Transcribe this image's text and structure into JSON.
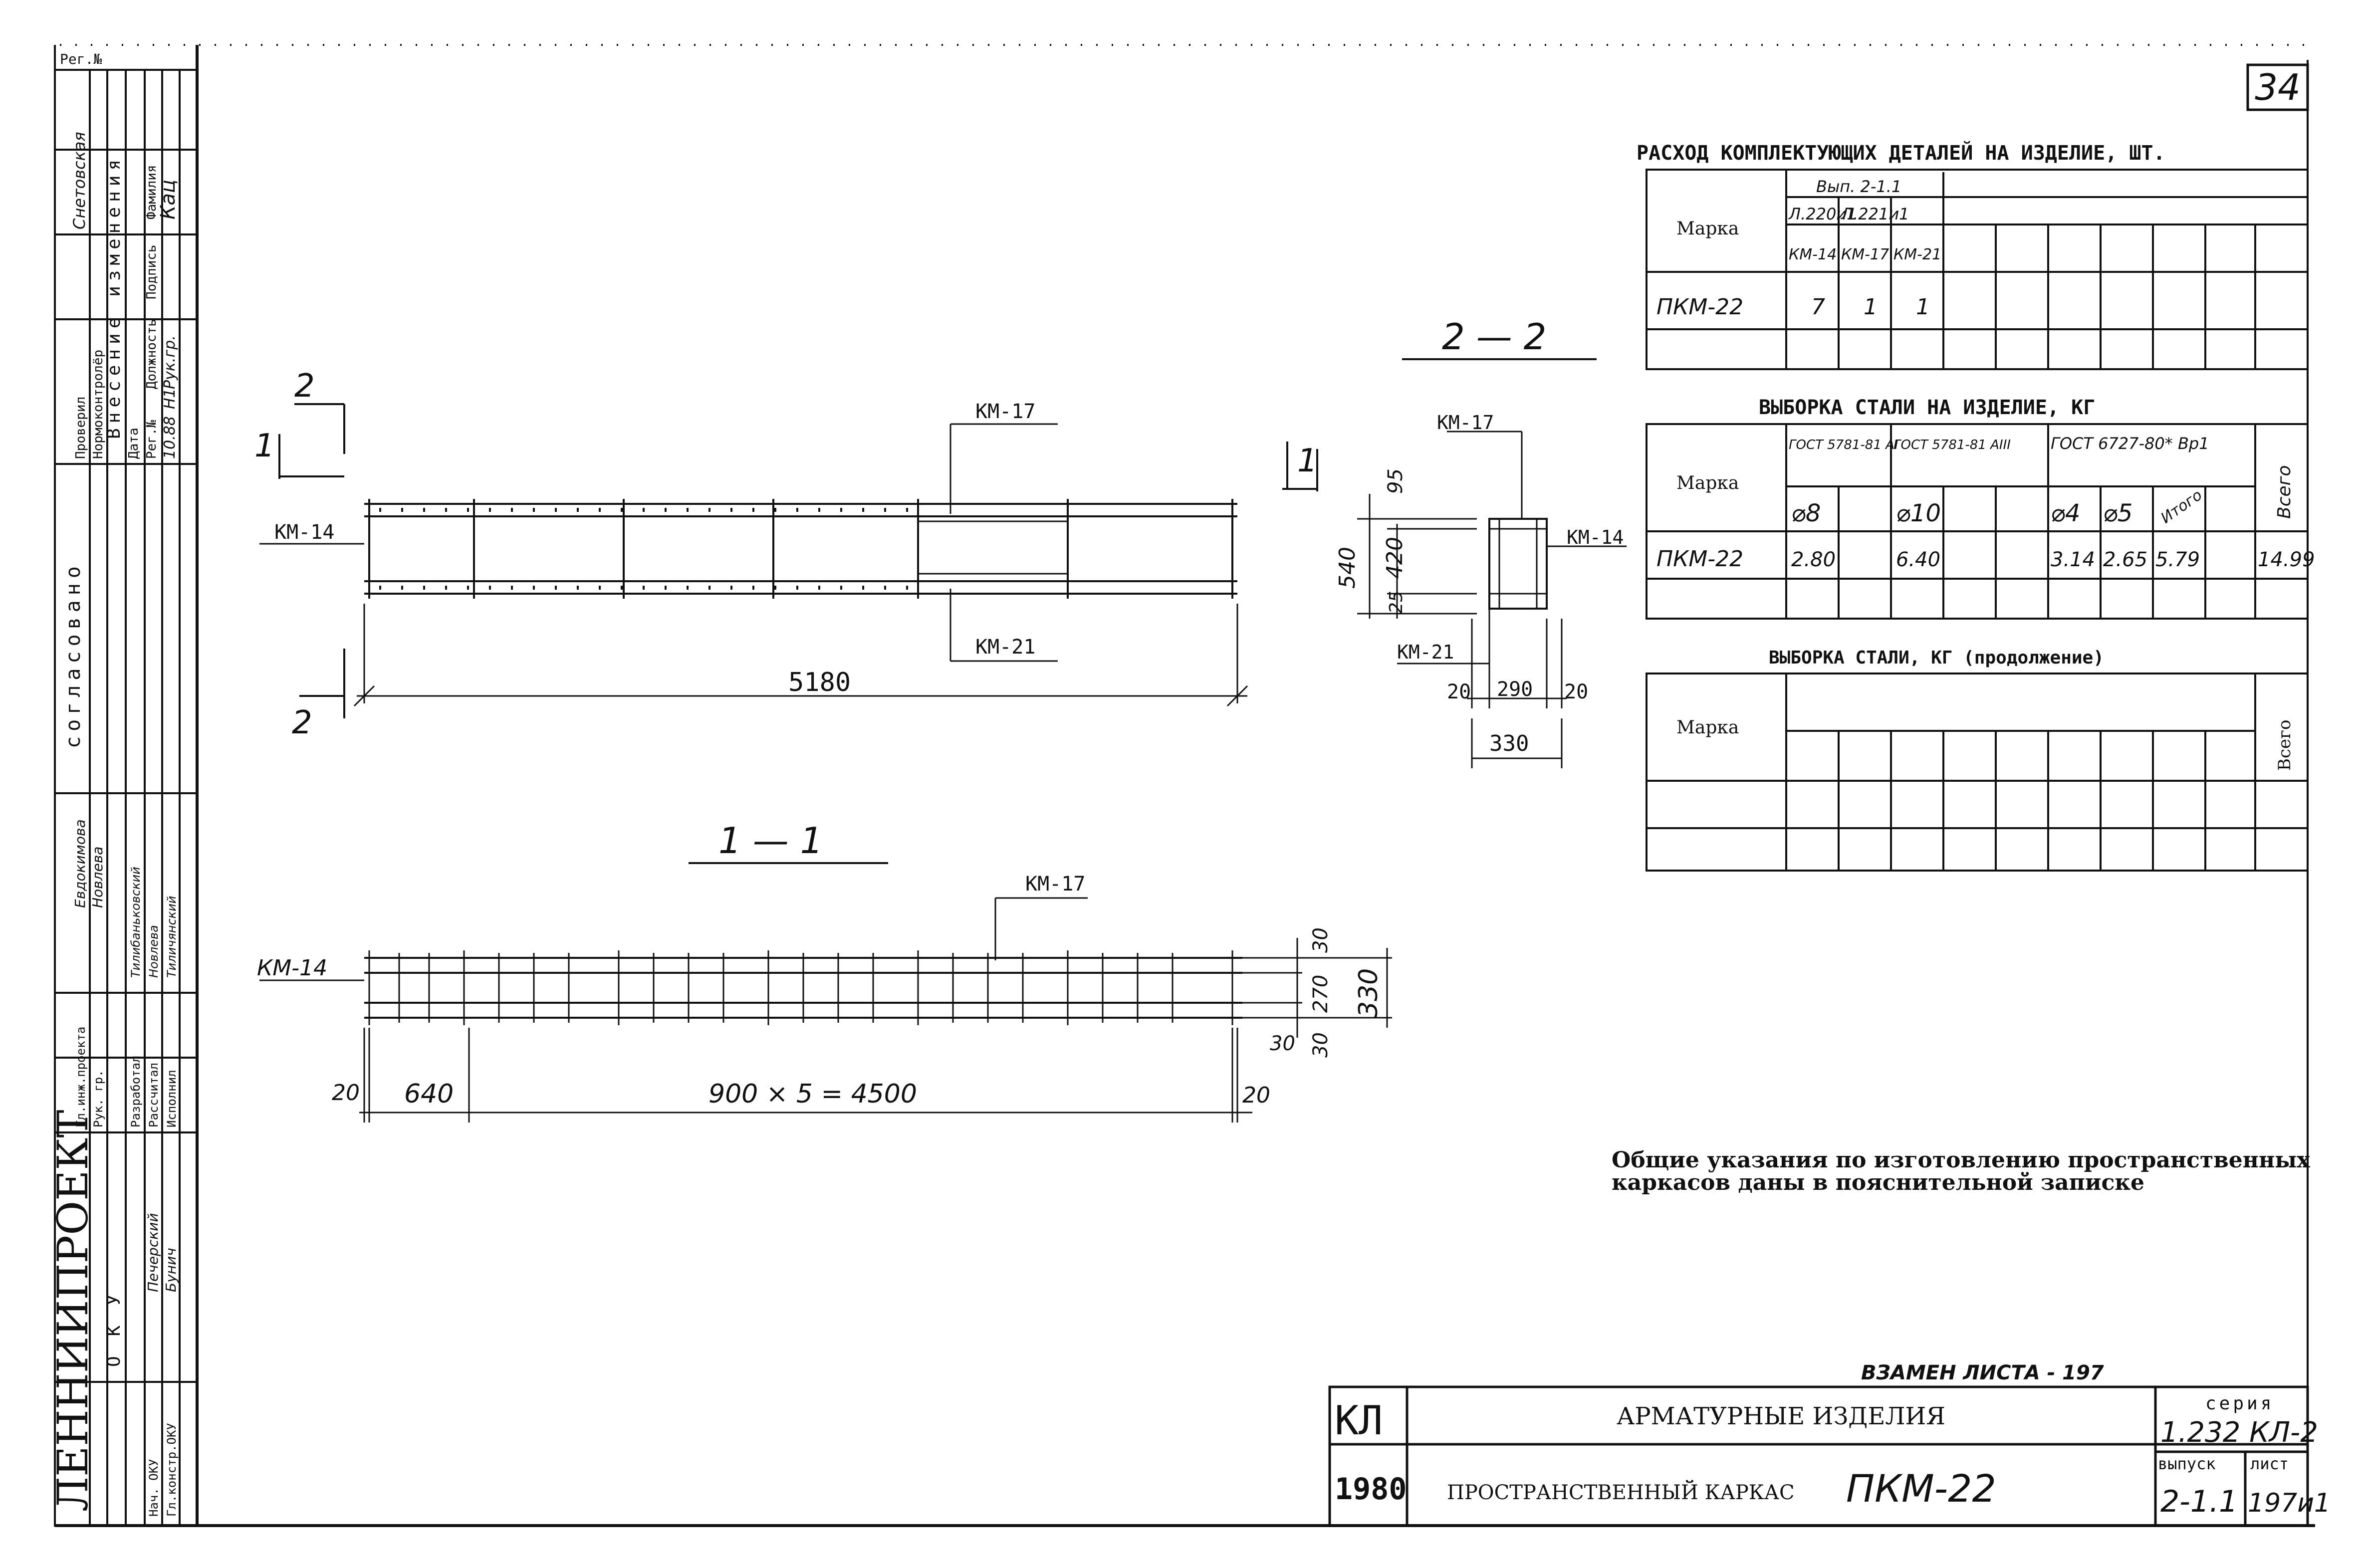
{
  "sheet_number": "34",
  "left_stamp": {
    "reg_no": "Рег.№",
    "changes_header": "Внесение изменения",
    "changes_cols": [
      "Дата",
      "Рег.№",
      "Должность",
      "Подпись",
      "Фамилия"
    ],
    "changes_row": [
      "10.88",
      "Н1",
      "Рук.гр.",
      "",
      "Кац"
    ],
    "check_roles": [
      "Проверил",
      "Нормоконтролёр"
    ],
    "check_names": [
      "Снетовская",
      ""
    ],
    "agreed": "согласовано",
    "author_roles": [
      "Гл.инж.проекта",
      "Рук. гр."
    ],
    "author_names": [
      "Евдокимова",
      "Новлева"
    ],
    "dev_roles": [
      "Разработал",
      "Рассчитал",
      "Исполнил"
    ],
    "dev_names": [
      "Тилибаньковский",
      "Новлева",
      "Тиличянский"
    ],
    "org": "ЛЕННИИПРОЕКТ",
    "dept": "ОКУ",
    "head_roles": [
      "Нач. ОКУ",
      "Гл.констр.ОКУ"
    ],
    "head_names": [
      "Печерский",
      "Бунич"
    ]
  },
  "drawing": {
    "section_22": "2 — 2",
    "section_11": "1 — 1",
    "cut_1": "1",
    "cut_2": "2",
    "km14": "КМ-14",
    "km17": "КМ-17",
    "km21": "КМ-21",
    "dim_5180": "5180",
    "dim_95": "95",
    "dim_540": "540",
    "dim_420": "420",
    "dim_25": "25",
    "dim_20": "20",
    "dim_290": "290",
    "dim_330": "330",
    "dim_30": "30",
    "dim_270": "270",
    "dim_640": "640",
    "dim_span": "900 × 5 = 4500"
  },
  "table1": {
    "title": "РАСХОД КОМПЛЕКТУЮЩИХ ДЕТАЛЕЙ НА ИЗДЕЛИЕ, ШТ.",
    "marka": "Марка",
    "issue": "Вып. 2-1.1",
    "sheets": [
      "Л.220и1",
      "Л.221и1"
    ],
    "items": [
      "КМ-14",
      "КМ-17",
      "КМ-21"
    ],
    "row_mark": "ПКМ-22",
    "row_values": [
      "7",
      "1",
      "1"
    ]
  },
  "table2": {
    "title": "ВЫБОРКА СТАЛИ НА ИЗДЕЛИЕ, КГ",
    "marka": "Марка",
    "groups": [
      "ГОСТ 5781-81 АI",
      "ГОСТ 5781-81 АIII",
      "ГОСТ 6727-80* Вр1"
    ],
    "diams": [
      "⌀8",
      "⌀10",
      "⌀4",
      "⌀5",
      "Итого"
    ],
    "total": "Всего",
    "row_mark": "ПКМ-22",
    "row_values": [
      "2.80",
      "6.40",
      "3.14",
      "2.65",
      "5.79",
      "14.99"
    ]
  },
  "table3": {
    "title": "ВЫБОРКА СТАЛИ, КГ (продолжение)",
    "marka": "Марка",
    "total": "Всего"
  },
  "note": {
    "line1": "Общие указания по изготовлению пространственных",
    "line2": "каркасов даны в пояснительной записке"
  },
  "title_block": {
    "replace_note": "ВЗАМЕН ЛИСТА - 197",
    "code": "КЛ",
    "year": "1980",
    "name1": "АРМАТУРНЫЕ ИЗДЕЛИЯ",
    "name2": "ПРОСТРАНСТВЕННЫЙ КАРКАС",
    "mark": "ПКМ-22",
    "series_label": "серия",
    "series": "1.232 КЛ-2",
    "issue_label": "выпуск",
    "issue": "2-1.1",
    "sheet_label": "лист",
    "sheet": "197и1"
  }
}
